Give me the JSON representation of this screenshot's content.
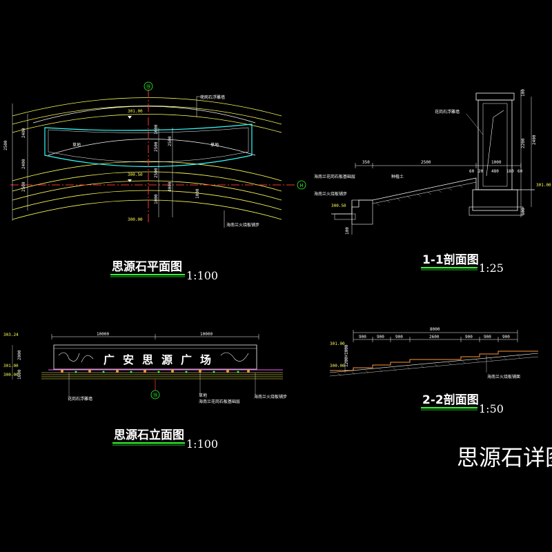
{
  "colors": {
    "background": "#000000",
    "line_white": "#ffffff",
    "line_yellow": "#ffff55",
    "line_red": "#ff3333",
    "line_cyan": "#33ffff",
    "line_green": "#33ff33",
    "line_magenta": "#ff55ff"
  },
  "sheet_title": "思源石详图",
  "plan": {
    "title": "思源石平面图",
    "scale": "1:100",
    "axis_top": "⑲",
    "axis_right": "H",
    "label_lawn_left": "草地",
    "label_lawn_right": "草地",
    "note_stone": "花岗石浮雕墙",
    "note_paving": "海南兰火烧板铺步",
    "lvl_301": "301.00",
    "lvl_300_5": "300.50",
    "lvl_300": "300.00",
    "dims_left": [
      "2500",
      "2400",
      "2500",
      "2400"
    ],
    "dims_mid": [
      "1600",
      "2500",
      "2500",
      "2500",
      "4000",
      "1000",
      "1000"
    ]
  },
  "section11": {
    "title": "1-1剖面图",
    "scale": "1:25",
    "note_wall": "花岗石浮雕墙",
    "note_base": "海南兰花岗石板基础层",
    "note_step": "海南兰火烧板铺步",
    "note_soil": "种植土",
    "dims_top": [
      "350",
      "2500",
      "1000"
    ],
    "dims_detail": [
      "60",
      "20",
      "480",
      "180",
      "60"
    ],
    "dims_v": [
      "100",
      "2400",
      "2200",
      "100"
    ],
    "lvl_300_5": "300.50",
    "lvl_301": "301.00",
    "dim_100": "100"
  },
  "elevation": {
    "title": "思源石立面图",
    "scale": "1:100",
    "carving": [
      "广",
      "安",
      "思",
      "源",
      "广",
      "场"
    ],
    "dims_top": [
      "10000",
      "10000"
    ],
    "lvl_303": "303.24",
    "lvl_301": "301.00",
    "lvl_300": "300.00",
    "dims_v": [
      "2000",
      "1600"
    ],
    "axis": "⑲",
    "note_stone": "花岗石浮雕墙",
    "note_lawn": "草地",
    "note_pave1": "海南兰花岗石板基础层",
    "note_pave2": "海南兰火烧板铺步"
  },
  "section22": {
    "title": "2-2剖面图",
    "scale": "1:50",
    "dim_total": "8000",
    "dims": [
      "900",
      "900",
      "900",
      "2600",
      "900",
      "900",
      "900"
    ],
    "lvl_301": "301.00",
    "lvl_300": "300.00",
    "dim_v": "1200×1000",
    "note": "海南兰火烧板铺面"
  }
}
